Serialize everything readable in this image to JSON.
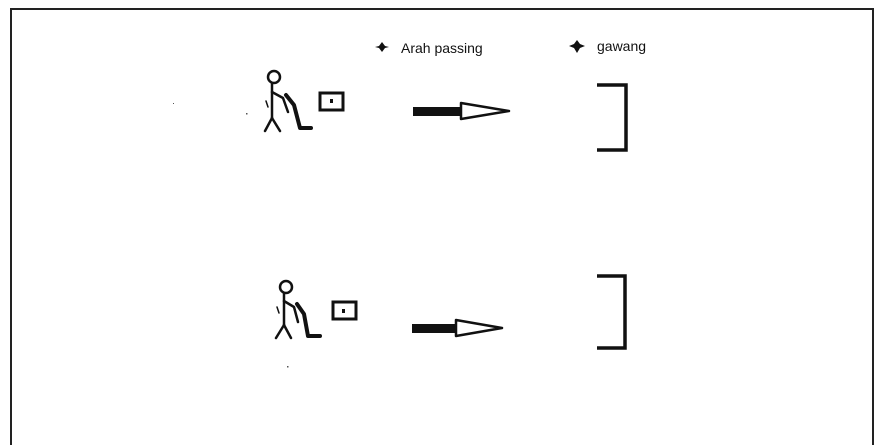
{
  "legend": {
    "passing_label": "Arah passing",
    "goal_label": "gawang"
  },
  "rows": [
    {
      "player": "stick-figure-with-ball",
      "direction": "arrow-right",
      "target": "goal-bracket"
    },
    {
      "player": "stick-figure-with-ball",
      "direction": "arrow-right",
      "target": "goal-bracket"
    }
  ],
  "colors": {
    "ink": "#111111",
    "frame": "#222222",
    "background": "#ffffff"
  }
}
